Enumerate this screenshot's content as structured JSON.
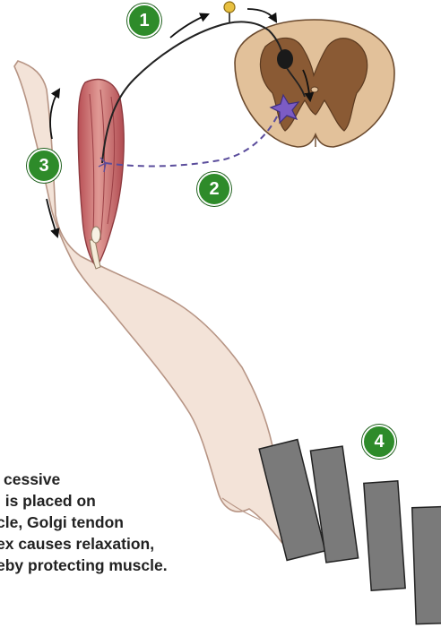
{
  "steps": [
    {
      "number": "1"
    },
    {
      "number": "2"
    },
    {
      "number": "3"
    },
    {
      "number": "4"
    }
  ],
  "caption": {
    "lines": [
      "cessive",
      "l is placed on",
      "cle, Golgi tendon",
      "ex causes relaxation,",
      "eby protecting muscle."
    ]
  },
  "colors": {
    "badge": "#2e8b2a",
    "muscle": "#c96a6a",
    "skin": "#f3e3d8",
    "spinal_gray_matter": "#8a5a34",
    "spinal_white_matter": "#e2c19a",
    "afferent_neuron": "#222222",
    "efferent_neuron": "#5b4d9c",
    "interneuron": "#7c5cc4",
    "weight": "#7a7a7a",
    "sensory_ganglion": "#e8c040"
  },
  "icons": [
    "curved-arrow-icon",
    "double-arrow-icon"
  ]
}
